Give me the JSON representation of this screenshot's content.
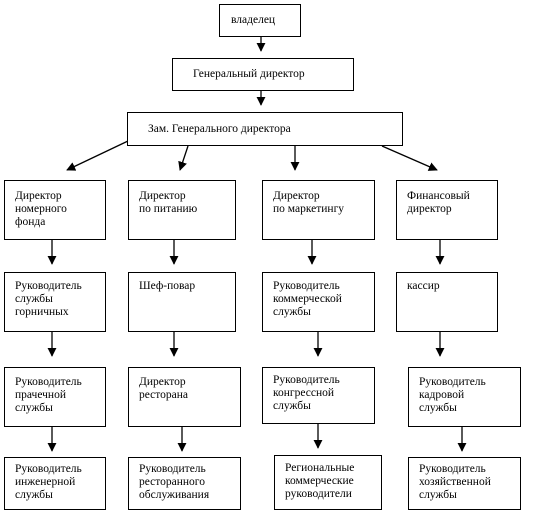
{
  "org_chart": {
    "owner": "владелец",
    "general_director": "Генеральный директор",
    "deputy_director": "Зам. Генерального директора",
    "columns": [
      {
        "director": "Директор\nномерного\nфонда",
        "level2": "Руководитель\nслужбы\nгорничных",
        "level3": "Руководитель\nпрачечной\nслужбы",
        "level4": "Руководитель\nинженерной\nслужбы"
      },
      {
        "director": "Директор\nпо питанию",
        "level2": "Шеф-повар",
        "level3": "Директор\nресторана",
        "level4": "Руководитель\nресторанного\nобслуживания"
      },
      {
        "director": "Директор\nпо маркетингу",
        "level2": "Руководитель\nкоммерческой\nслужбы",
        "level3": "Руководитель\nконгрессной\nслужбы",
        "level4": "Региональные\nкоммерческие\nруководители"
      },
      {
        "director": "Финансовый\nдиректор",
        "level2": "кассир",
        "level3": "Руководитель\nкадровой\nслужбы",
        "level4": "Руководитель\nхозяйственной\nслужбы"
      }
    ]
  }
}
